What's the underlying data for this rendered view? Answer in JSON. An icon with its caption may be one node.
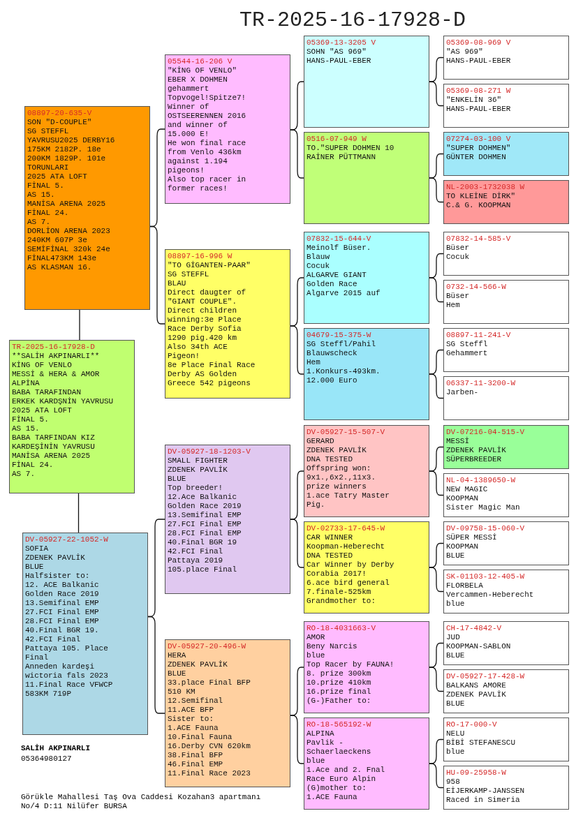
{
  "diagram": {
    "title": "TR-2025-16-17928-D",
    "nodes": [
      {
        "text": [
          "TR-2025-16-17928-D",
          "**SALİH AKPINARLI**",
          "KİNG OF VENLO",
          "MESSİ & HERA & AMOR",
          "ALPİNA",
          "BABA TARAFINDAN",
          "ERKEK KARDŞNİN YAVRUSU",
          "2025 ATA LOFT",
          "FİNAL 5.",
          "AS 15.",
          "BABA TARFINDAN KIZ",
          "KARDEŞİNİN YAVRUSU",
          "MANİSA ARENA 2025",
          "FİNAL 24.",
          "AS 7."
        ]
      },
      {
        "text": [
          "08897-20-635-V",
          "SON \"D-COUPLE\"",
          "SG STEFFL",
          "YAVRUSU2025 DERBY16",
          "175KM 2182P. 18e",
          "200KM 1829P. 101e",
          "TORUNLARI",
          "2025 ATA LOFT",
          "FİNAL 5.",
          "AS 15.",
          "MANİSA ARENA 2025",
          "FİNAL 24.",
          "AS 7.",
          "DORLİON ARENA 2023",
          "240KM 607P 3e",
          "SEMİFİNAL 320k 24e",
          "FİNAL473KM 143e",
          "AS KLASMAN 16."
        ]
      },
      {
        "text": [
          "DV-05927-22-1052-W",
          "SOFIA",
          "ZDENEK PAVLİK",
          "BLUE",
          "Halfsister to:",
          "12. ACE Balkanic",
          "Golden Race 2019",
          "13.Semifinal EMP",
          "27.FCI Final EMP",
          "28.FCI Final EMP",
          "40.Final BGR 19.",
          "42.FCI Final",
          "Pattaya 105. Place",
          "Final",
          "Anneden kardeşi",
          "wictoria fals 2023",
          "11.Final Race VFWCP",
          "583KM 719P"
        ]
      },
      {
        "text": [
          "05544-16-206 V",
          "\"KİNG OF VENLO\"",
          "EBER X DOHMEN",
          "gehammert",
          "Topvogel!Spitze7!",
          "Winner of",
          "OSTSEERENNEN 2016",
          "and winner of",
          "15.000 E!",
          "He won final race",
          "from Venlo 436km",
          "against 1.194",
          "pigeons!",
          "Also top racer in",
          "former races!"
        ]
      },
      {
        "text": [
          "08897-16-996 W",
          "\"TO GİGANTEN-PAAR\"",
          "SG STEFFL",
          "BLAU",
          "Direct daugter of",
          "\"GIANT COUPLE\".",
          "Direct children",
          "winning:3e Place",
          "Race Derby Sofia",
          "1290 pig.420 km",
          "Also 34th ACE",
          "Pigeon!",
          "8e Place Final Race",
          "Derby AS Golden",
          "Greece 542 pigeons"
        ]
      },
      {
        "text": [
          "DV-05927-18-1203-V",
          "SMALL FIGHTER",
          "ZDENEK PAVLİK",
          "BLUE",
          "Top breeder!",
          "12.Ace Balkanic",
          "Golden Race 2019",
          "13.Semifinal EMP",
          "27.FCI Final EMP",
          "28.FCI Final EMP",
          "40.Final BGR 19",
          "42.FCI Final",
          "Pattaya 2019",
          "105.place Final"
        ]
      },
      {
        "text": [
          "DV-05927-20-496-W",
          "HERA",
          "ZDENEK PAVLİK",
          "BLUE",
          "33.place Final BFP",
          "510 KM",
          "12.Semifinal",
          "11.ACE BFP",
          "Sister to:",
          "1.ACE Fauna",
          "10.Final Fauna",
          "16.Derby CVN 620km",
          "38.Final BFP",
          "46.Final EMP",
          "11.Final Race 2023"
        ]
      },
      {
        "text": [
          "05369-13-3205 V",
          "SOHN \"AS 969\"",
          "HANS-PAUL-EBER"
        ]
      },
      {
        "text": [
          "0516-07-949 W",
          "TO.\"SUPER DOHMEN 10",
          "RAİNER PÜTTMANN"
        ]
      },
      {
        "text": [
          "07832-15-644-V",
          "Meinolf Büser.",
          "Blauw",
          "Cocuk",
          "ALGARVE GIANT",
          "Golden Race",
          "Algarve 2015 auf"
        ]
      },
      {
        "text": [
          "04679-15-375-W",
          "SG Steffl/Pahil",
          "Blauwscheck",
          "Hem",
          "1.Konkurs-493km.",
          "12.000 Euro"
        ]
      },
      {
        "text": [
          "DV-05927-15-507-V",
          "GERARD",
          "ZDENEK PAVLİK",
          "DNA TESTED",
          "Offspring won:",
          "9x1.,6x2.,11x3.",
          "prize winners",
          "1.ace Tatry Master",
          "Pig."
        ]
      },
      {
        "text": [
          "DV-02733-17-645-W",
          "CAR WINNER",
          "Koopman-Heberecht",
          "DNA TESTED",
          "Car Winner by Derby",
          "Corabia 2017!",
          "6.ace bird general",
          "7.finale-525km",
          "Grandmother to:"
        ]
      },
      {
        "text": [
          "RO-18-4031663-V",
          "AMOR",
          "Beny Narcis",
          "blue",
          "Top Racer by FAUNA!",
          "8. prize 300km",
          "10.prize 410km",
          "16.prize final",
          "(G-)Father to:"
        ]
      },
      {
        "text": [
          "RO-18-565192-W",
          "ALPINA",
          "Pavlik -",
          "Schaerlaeckens",
          "blue",
          "1.Ace and 2. Fnal",
          "Race Euro Alpin",
          "(G)mother to:",
          "1.ACE Fauna"
        ]
      },
      {
        "text": [
          "05369-08-969 V",
          "\"AS 969\"",
          "HANS-PAUL-EBER"
        ]
      },
      {
        "text": [
          "05369-08-271 W",
          "\"ENKELİN 36\"",
          "HANS-PAUL-EBER"
        ]
      },
      {
        "text": [
          "07274-03-100 V",
          "\"SUPER DOHMEN\"",
          "GÜNTER DOHMEN"
        ]
      },
      {
        "text": [
          "NL-2003-1732038 W",
          "TO KLEİNE DİRK\"",
          "C.& G. KOOPMAN"
        ]
      },
      {
        "text": [
          "07832-14-585-V",
          "Büser",
          "Cocuk"
        ]
      },
      {
        "text": [
          "0732-14-566-W",
          "Büser",
          "Hem"
        ]
      },
      {
        "text": [
          "08897-11-241-V",
          "SG Steffl",
          "Gehammert"
        ]
      },
      {
        "text": [
          "06337-11-3200-W",
          "Jarben-"
        ]
      },
      {
        "text": [
          "DV-07216-04-515-V",
          "MESSİ",
          "ZDENEK PAVLİK",
          "SÜPERBREEDER"
        ]
      },
      {
        "text": [
          "NL-04-1389650-W",
          "NEW MAGIC",
          "KOOPMAN",
          "Sister Magic Man"
        ]
      },
      {
        "text": [
          "DV-09758-15-060-V",
          "SÜPER MESSİ",
          "KOOPMAN",
          "BLUE"
        ]
      },
      {
        "text": [
          "SK-01103-12-405-W",
          "FLORBELA",
          "Vercammen-Heberecht",
          "blue"
        ]
      },
      {
        "text": [
          "CH-17-4842-V",
          "JUD",
          "KOOPMAN-SABLON",
          "BLUE"
        ]
      },
      {
        "text": [
          "DV-05927-17-428-W",
          "BALKANS AMORE",
          "ZDENEK PAVLİK",
          "BLUE"
        ]
      },
      {
        "text": [
          "RO-17-000-V",
          "NELU",
          "BİBİ STEFANESCU",
          "blue"
        ]
      },
      {
        "text": [
          "HU-09-25958-W",
          "958",
          "EİJERKAMP-JANSSEN",
          "Raced in Simeria"
        ]
      }
    ],
    "edges": [
      {
        "from": 0,
        "to": 1,
        "arrow": "none"
      },
      {
        "from": 0,
        "to": 2,
        "arrow": "none"
      },
      {
        "from": 1,
        "to": 3,
        "arrow": "none"
      },
      {
        "from": 1,
        "to": 4,
        "arrow": "none"
      },
      {
        "from": 2,
        "to": 5,
        "arrow": "none"
      },
      {
        "from": 2,
        "to": 6,
        "arrow": "none"
      },
      {
        "from": 3,
        "to": 7,
        "arrow": "none"
      },
      {
        "from": 3,
        "to": 8,
        "arrow": "none"
      },
      {
        "from": 4,
        "to": 9,
        "arrow": "none"
      },
      {
        "from": 4,
        "to": 10,
        "arrow": "none"
      },
      {
        "from": 5,
        "to": 11,
        "arrow": "none"
      },
      {
        "from": 5,
        "to": 12,
        "arrow": "none"
      },
      {
        "from": 6,
        "to": 13,
        "arrow": "none"
      },
      {
        "from": 6,
        "to": 14,
        "arrow": "none"
      },
      {
        "from": 7,
        "to": 15,
        "arrow": "none"
      },
      {
        "from": 7,
        "to": 16,
        "arrow": "none"
      },
      {
        "from": 8,
        "to": 17,
        "arrow": "none"
      },
      {
        "from": 8,
        "to": 18,
        "arrow": "none"
      },
      {
        "from": 9,
        "to": 19,
        "arrow": "none"
      },
      {
        "from": 9,
        "to": 20,
        "arrow": "none"
      },
      {
        "from": 10,
        "to": 21,
        "arrow": "none"
      },
      {
        "from": 10,
        "to": 22,
        "arrow": "none"
      },
      {
        "from": 11,
        "to": 23,
        "arrow": "none"
      },
      {
        "from": 11,
        "to": 24,
        "arrow": "none"
      },
      {
        "from": 12,
        "to": 25,
        "arrow": "none"
      },
      {
        "from": 12,
        "to": 26,
        "arrow": "none"
      },
      {
        "from": 13,
        "to": 27,
        "arrow": "none"
      },
      {
        "from": 13,
        "to": 28,
        "arrow": "none"
      },
      {
        "from": 14,
        "to": 29,
        "arrow": "none"
      },
      {
        "from": 14,
        "to": 30,
        "arrow": "none"
      }
    ],
    "labels": [
      "SALİH AKPINARLI",
      "05364980127",
      "Görükle Mahallesi Taş Ova Caddesi Kozahan3 apartmanı No/4 D:11 Nilüfer BURSA"
    ]
  }
}
